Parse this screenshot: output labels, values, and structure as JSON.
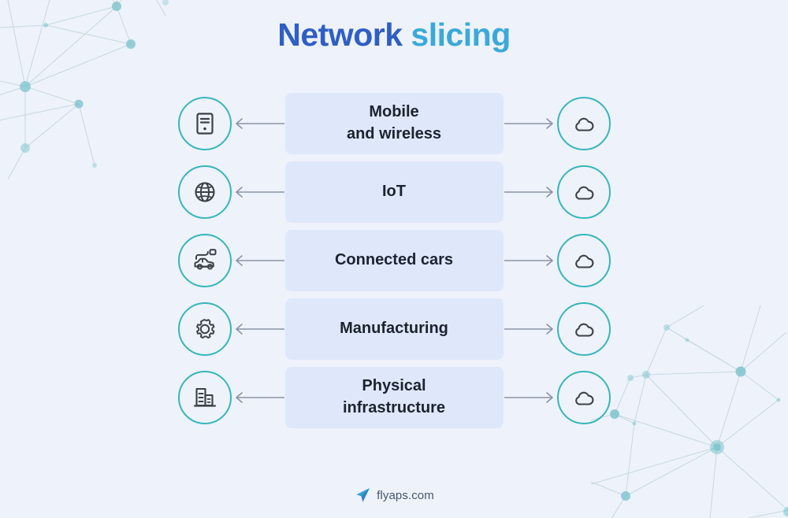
{
  "page": {
    "background_color": "#eef2fb",
    "title_part1": "Network ",
    "title_part2": "slicing",
    "title_color_1": "#2f5fc4",
    "title_color_2": "#3aa9da"
  },
  "diagram": {
    "accent_circle_color": "#36b6bb",
    "box_color": "#dfe7fb",
    "box_text_color": "#1b2330",
    "arrow_color": "#8a94a6",
    "rows": [
      {
        "left_icon": "mobile-phone-icon",
        "left_arrow": "arrow-left-icon",
        "label": "Mobile\nand wireless",
        "right_arrow": "arrow-right-icon",
        "right_icon": "cloud-icon"
      },
      {
        "left_icon": "globe-icon",
        "left_arrow": "arrow-left-icon",
        "label": "IoT",
        "right_arrow": "arrow-right-icon",
        "right_icon": "cloud-icon"
      },
      {
        "left_icon": "connected-car-icon",
        "left_arrow": "arrow-left-icon",
        "label": "Connected cars",
        "right_arrow": "arrow-right-icon",
        "right_icon": "cloud-icon"
      },
      {
        "left_icon": "gear-icon",
        "left_arrow": "arrow-left-icon",
        "label": "Manufacturing",
        "right_arrow": "arrow-right-icon",
        "right_icon": "cloud-icon"
      },
      {
        "left_icon": "building-icon",
        "left_arrow": "arrow-left-icon",
        "label": "Physical\ninfrastructure",
        "right_arrow": "arrow-right-icon",
        "right_icon": "cloud-icon"
      }
    ]
  },
  "footer": {
    "logo_icon": "flyaps-paper-plane-logo",
    "brand": "flyaps.com",
    "brand_color": "#46586e"
  }
}
